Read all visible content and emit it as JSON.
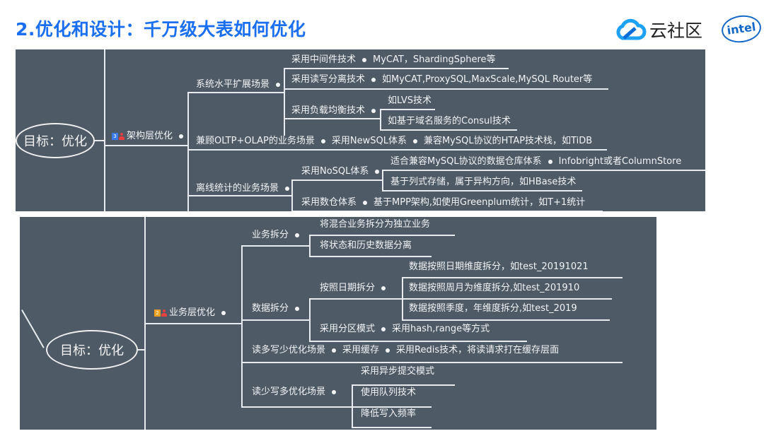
{
  "slide": {
    "title": "2.优化和设计：千万级大表如何优化",
    "brand": "云社区",
    "partner_logo": "intel",
    "accent_color": "#1a6ff0"
  },
  "mindmap_architecture": {
    "root": "目标：优化",
    "branch": {
      "badge": "3",
      "label": "架构层优化"
    },
    "nodes": {
      "horizontal_scaling": "系统水平扩展场景",
      "middleware": "采用中间件技术",
      "middleware_detail": "MyCAT，ShardingSphere等",
      "rw_split": "采用读写分离技术",
      "rw_split_detail": "如MyCAT,ProxySQL,MaxScale,MySQL Router等",
      "load_balance": "采用负载均衡技术",
      "lvs": "如LVS技术",
      "consul": "如基于域名服务的Consul技术",
      "oltp_olap": "兼顾OLTP+OLAP的业务场景",
      "newsql": "采用NewSQL体系",
      "newsql_detail": "兼容MySQL协议的HTAP技术栈，如TiDB",
      "offline_stats": "离线统计的业务场景",
      "nosql": "采用NoSQL体系",
      "nosql_dw": "适合兼容MySQL协议的数据仓库体系",
      "nosql_dw_detail": "Infobright或者ColumnStore",
      "hbase": "基于列式存储，属于异构方向，如HBase技术",
      "dw": "采用数仓体系",
      "dw_detail": "基于MPP架构,如使用Greenplum统计，如T+1统计"
    }
  },
  "mindmap_business": {
    "root": "目标：优化",
    "branch": {
      "badge": "2",
      "label": "业务层优化"
    },
    "nodes": {
      "biz_split": "业务拆分",
      "biz_split_1": "将混合业务拆分为独立业务",
      "biz_split_2": "将状态和历史数据分离",
      "data_split": "数据拆分",
      "date_split": "按照日期拆分",
      "date_split_1": "数据按照日期维度拆分，如test_20191021",
      "date_split_2": "数据按照周月为维度拆分,如test_201910",
      "date_split_3": "数据按照季度，年维度拆分,如test_2019",
      "partition": "采用分区模式",
      "partition_detail": "采用hash,range等方式",
      "read_heavy": "读多写少优化场景",
      "cache": "采用缓存",
      "cache_detail": "采用Redis技术，将读请求打在缓存层面",
      "write_heavy": "读少写多优化场景",
      "async": "采用异步提交模式",
      "queue": "使用队列技术",
      "reduce_write": "降低写入频率"
    }
  }
}
